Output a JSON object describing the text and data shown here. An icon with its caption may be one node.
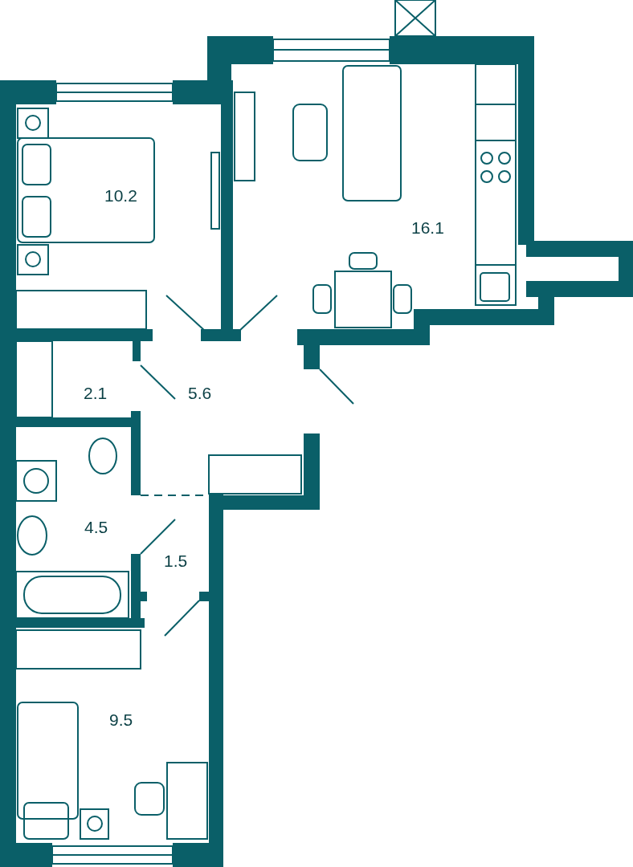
{
  "diagram": {
    "labels": [
      "10.2",
      "16.1",
      "2.1",
      "5.6",
      "4.5",
      "1.5",
      "9.5"
    ]
  }
}
